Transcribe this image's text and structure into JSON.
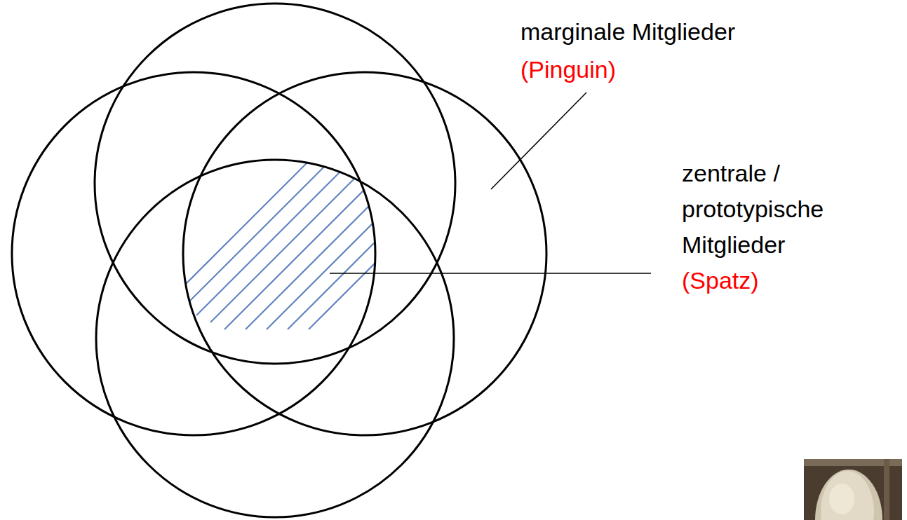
{
  "diagram": {
    "labels": [
      "marginale Mitglieder",
      "(Pinguin)",
      "zentrale / prototypische Mitglieder",
      "(Spatz)"
    ]
  }
}
